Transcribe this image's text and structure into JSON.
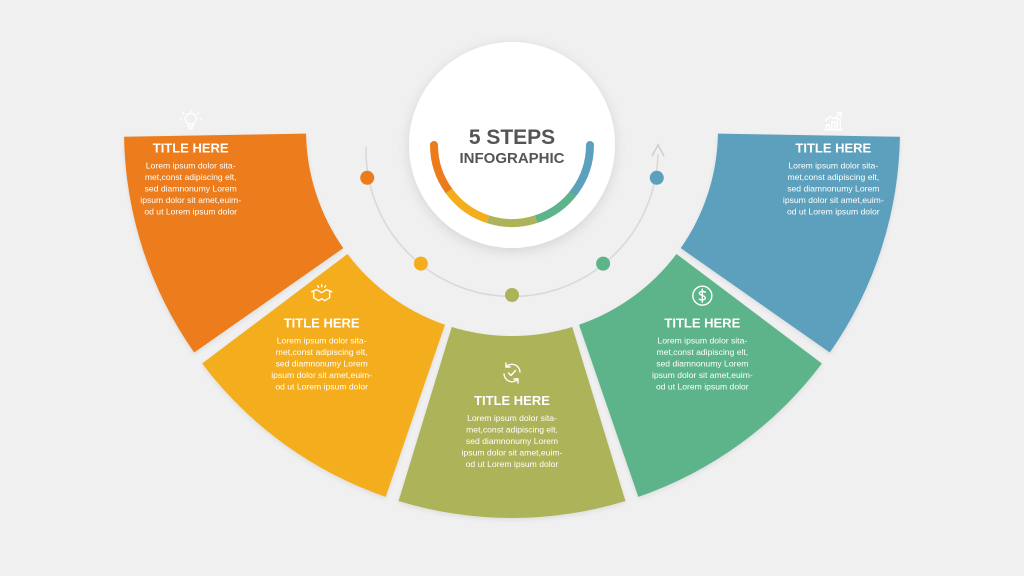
{
  "center": {
    "title": "5 STEPS",
    "subtitle": "INFOGRAPHIC"
  },
  "steps": [
    {
      "title": "TITLE HERE",
      "icon": "lightbulb-icon",
      "color": "#ec7b1b",
      "lines": [
        "Lorem ipsum dolor sita-",
        "met,const adipiscing elt,",
        "sed diamnonumy Lorem",
        "ipsum dolor sit amet,euim-",
        "od ut  Lorem ipsum dolor"
      ]
    },
    {
      "title": "TITLE HERE",
      "icon": "handshake-icon",
      "color": "#f4ad1d",
      "lines": [
        "Lorem ipsum dolor sita-",
        "met,const adipiscing elt,",
        "sed diamnonumy Lorem",
        "ipsum dolor sit amet,euim-",
        "od ut  Lorem ipsum dolor"
      ]
    },
    {
      "title": "TITLE HERE",
      "icon": "refresh-check-icon",
      "color": "#acb358",
      "lines": [
        "Lorem ipsum dolor sita-",
        "met,const adipiscing elt,",
        "sed diamnonumy Lorem",
        "ipsum dolor sit amet,euim-",
        "od ut  Lorem ipsum dolor"
      ]
    },
    {
      "title": "TITLE HERE",
      "icon": "dollar-coin-icon",
      "color": "#5db48a",
      "lines": [
        "Lorem ipsum dolor sita-",
        "met,const adipiscing elt,",
        "sed diamnonumy Lorem",
        "ipsum dolor sit amet,euim-",
        "od ut  Lorem ipsum dolor"
      ]
    },
    {
      "title": "TITLE HERE",
      "icon": "growth-chart-icon",
      "color": "#5ba0bd",
      "lines": [
        "Lorem ipsum dolor sita-",
        "met,const adipiscing elt,",
        "sed diamnonumy Lorem",
        "ipsum dolor sit amet,euim-",
        "od ut  Lorem ipsum dolor"
      ]
    }
  ]
}
